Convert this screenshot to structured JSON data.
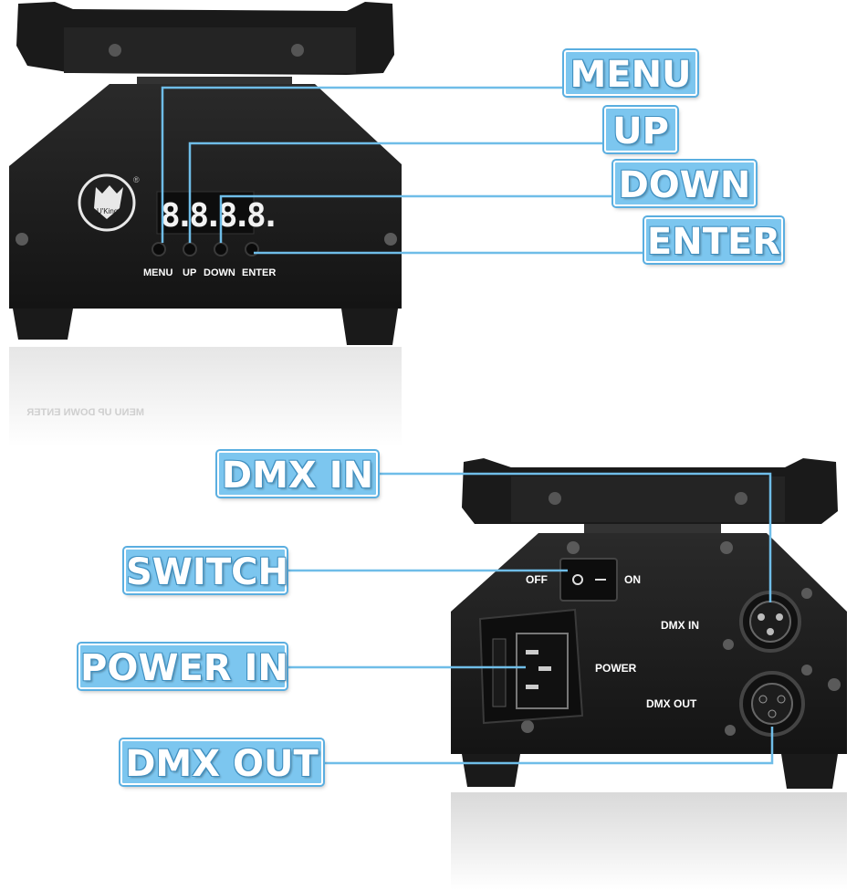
{
  "top_unit": {
    "logo_text": "U'King",
    "display_readout": "8.8.8.8.",
    "button_labels": {
      "menu": "MENU",
      "up": "UP",
      "down": "DOWN",
      "enter": "ENTER"
    },
    "callouts": {
      "menu": "MENU",
      "up": "UP",
      "down": "DOWN",
      "enter": "ENTER"
    },
    "reflection_text": "MENU UP DOWN ENTER"
  },
  "bottom_unit": {
    "panel_labels": {
      "off": "OFF",
      "on": "ON",
      "dmx_in": "DMX IN",
      "power": "POWER",
      "dmx_out": "DMX OUT"
    },
    "callouts": {
      "dmx_in": "DMX IN",
      "switch": "SWITCH",
      "power_in": "POWER IN",
      "dmx_out": "DMX OUT"
    }
  },
  "colors": {
    "callout_fill": "#7cc6ef",
    "callout_border": "#5aaee0",
    "leader_line": "#6fbde8",
    "housing": "#1c1c1c",
    "display_digits": "#f2f2f2"
  }
}
